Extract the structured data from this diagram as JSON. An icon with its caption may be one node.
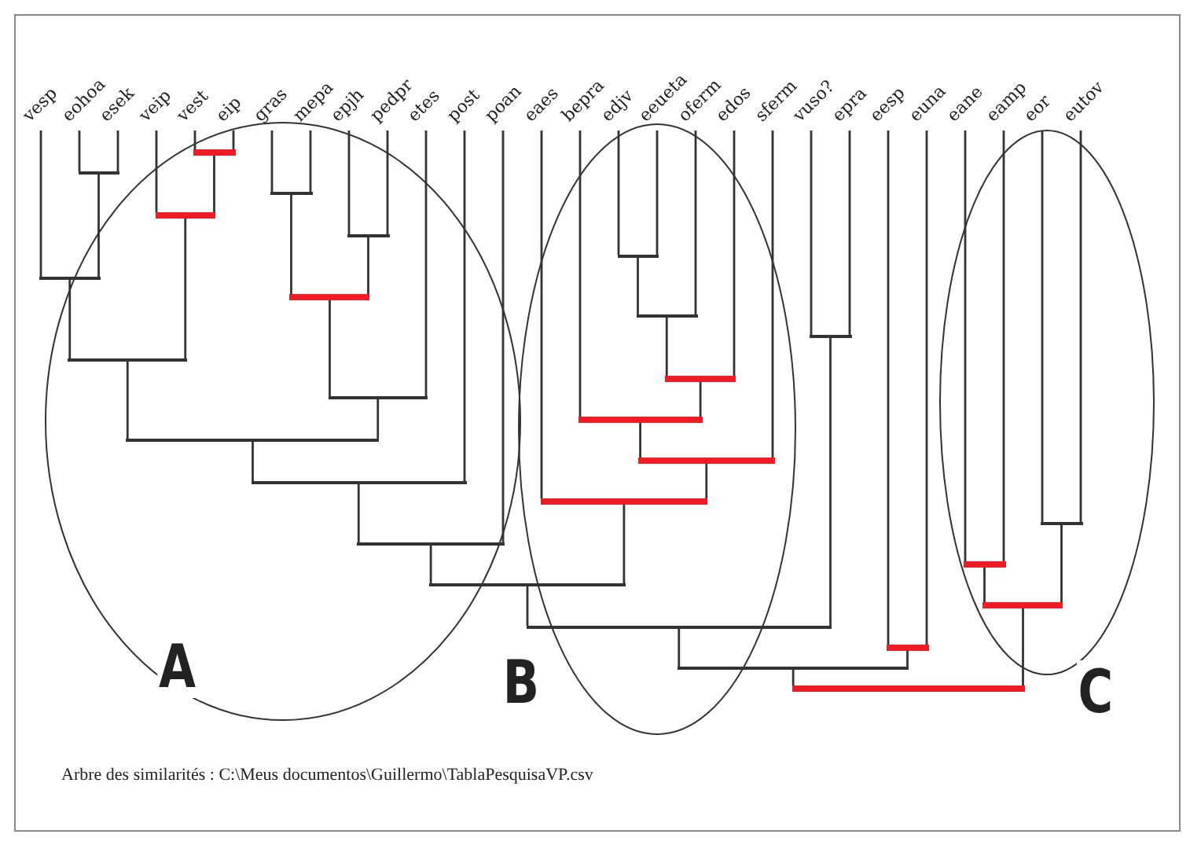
{
  "diagram": {
    "caption": "Arbre des similarités : C:\\Meus documentos\\Guillermo\\TablaPesquisaVP.csv",
    "nodes": [
      {
        "text": [
          "vesp"
        ]
      },
      {
        "text": [
          "eohoa"
        ]
      },
      {
        "text": [
          "esek"
        ]
      },
      {
        "text": [
          "veip"
        ]
      },
      {
        "text": [
          "vest"
        ]
      },
      {
        "text": [
          "eip"
        ]
      },
      {
        "text": [
          "gras"
        ]
      },
      {
        "text": [
          "mepa"
        ]
      },
      {
        "text": [
          "epjh"
        ]
      },
      {
        "text": [
          "pedpr"
        ]
      },
      {
        "text": [
          "etes"
        ]
      },
      {
        "text": [
          "post"
        ]
      },
      {
        "text": [
          "poan"
        ]
      },
      {
        "text": [
          "eaes"
        ]
      },
      {
        "text": [
          "bepra"
        ]
      },
      {
        "text": [
          "edjv"
        ]
      },
      {
        "text": [
          "eeueta"
        ]
      },
      {
        "text": [
          "oferm"
        ]
      },
      {
        "text": [
          "edos"
        ]
      },
      {
        "text": [
          "sferm"
        ]
      },
      {
        "text": [
          "vuso?"
        ]
      },
      {
        "text": [
          "epra"
        ]
      },
      {
        "text": [
          "eesp"
        ]
      },
      {
        "text": [
          "euna"
        ]
      },
      {
        "text": [
          "eane"
        ]
      },
      {
        "text": [
          "eamp"
        ]
      },
      {
        "text": [
          "eor"
        ]
      },
      {
        "text": [
          "eutov"
        ]
      },
      {
        "text": [],
        "shape": "bar"
      },
      {
        "text": [],
        "shape": "bar"
      },
      {
        "text": [],
        "shape": "bar"
      },
      {
        "text": [],
        "shape": "bar"
      },
      {
        "text": [],
        "shape": "bar"
      },
      {
        "text": [],
        "shape": "bar"
      },
      {
        "text": [],
        "shape": "bar"
      },
      {
        "text": [],
        "shape": "bar"
      },
      {
        "text": [],
        "shape": "bar"
      },
      {
        "text": [],
        "shape": "bar"
      },
      {
        "text": [],
        "shape": "bar"
      },
      {
        "text": [],
        "shape": "bar"
      },
      {
        "text": [],
        "shape": "bar"
      },
      {
        "text": [],
        "shape": "bar"
      },
      {
        "text": [],
        "shape": "bar"
      },
      {
        "text": [],
        "shape": "bar"
      },
      {
        "text": [],
        "shape": "bar"
      },
      {
        "text": [],
        "shape": "bar"
      },
      {
        "text": [],
        "shape": "bar"
      },
      {
        "text": [],
        "shape": "bar"
      },
      {
        "text": [],
        "shape": "bar"
      },
      {
        "text": [],
        "shape": "bar"
      },
      {
        "text": [],
        "shape": "bar"
      },
      {
        "text": [],
        "shape": "bar"
      },
      {
        "text": [],
        "shape": "bar"
      },
      {
        "text": [],
        "shape": "bar"
      },
      {
        "text": [],
        "shape": "bar"
      }
    ],
    "labels": [
      "A",
      "B",
      "C"
    ],
    "edges": [
      {
        "from": 1,
        "to": 28,
        "arrow": "none"
      },
      {
        "from": 2,
        "to": 28,
        "arrow": "none"
      },
      {
        "from": 4,
        "to": 29,
        "arrow": "none"
      },
      {
        "from": 5,
        "to": 29,
        "arrow": "none"
      },
      {
        "from": 3,
        "to": 30,
        "arrow": "none"
      },
      {
        "from": 29,
        "to": 30,
        "arrow": "none"
      },
      {
        "from": 0,
        "to": 31,
        "arrow": "none"
      },
      {
        "from": 28,
        "to": 31,
        "arrow": "none"
      },
      {
        "from": 6,
        "to": 32,
        "arrow": "none"
      },
      {
        "from": 7,
        "to": 32,
        "arrow": "none"
      },
      {
        "from": 8,
        "to": 33,
        "arrow": "none"
      },
      {
        "from": 9,
        "to": 33,
        "arrow": "none"
      },
      {
        "from": 32,
        "to": 34,
        "arrow": "none"
      },
      {
        "from": 33,
        "to": 34,
        "arrow": "none"
      },
      {
        "from": 31,
        "to": 35,
        "arrow": "none"
      },
      {
        "from": 30,
        "to": 35,
        "arrow": "none"
      },
      {
        "from": 34,
        "to": 36,
        "arrow": "none"
      },
      {
        "from": 10,
        "to": 36,
        "arrow": "none"
      },
      {
        "from": 35,
        "to": 37,
        "arrow": "none"
      },
      {
        "from": 36,
        "to": 37,
        "arrow": "none"
      },
      {
        "from": 37,
        "to": 38,
        "arrow": "none"
      },
      {
        "from": 11,
        "to": 38,
        "arrow": "none"
      },
      {
        "from": 38,
        "to": 39,
        "arrow": "none"
      },
      {
        "from": 12,
        "to": 39,
        "arrow": "none"
      },
      {
        "from": 15,
        "to": 40,
        "arrow": "none"
      },
      {
        "from": 16,
        "to": 40,
        "arrow": "none"
      },
      {
        "from": 40,
        "to": 41,
        "arrow": "none"
      },
      {
        "from": 17,
        "to": 41,
        "arrow": "none"
      },
      {
        "from": 41,
        "to": 42,
        "arrow": "none"
      },
      {
        "from": 18,
        "to": 42,
        "arrow": "none"
      },
      {
        "from": 14,
        "to": 43,
        "arrow": "none"
      },
      {
        "from": 42,
        "to": 43,
        "arrow": "none"
      },
      {
        "from": 43,
        "to": 44,
        "arrow": "none"
      },
      {
        "from": 19,
        "to": 44,
        "arrow": "none"
      },
      {
        "from": 13,
        "to": 45,
        "arrow": "none"
      },
      {
        "from": 44,
        "to": 45,
        "arrow": "none"
      },
      {
        "from": 39,
        "to": 46,
        "arrow": "none"
      },
      {
        "from": 45,
        "to": 46,
        "arrow": "none"
      },
      {
        "from": 20,
        "to": 47,
        "arrow": "none"
      },
      {
        "from": 21,
        "to": 47,
        "arrow": "none"
      },
      {
        "from": 46,
        "to": 48,
        "arrow": "none"
      },
      {
        "from": 47,
        "to": 48,
        "arrow": "none"
      },
      {
        "from": 22,
        "to": 49,
        "arrow": "none"
      },
      {
        "from": 23,
        "to": 49,
        "arrow": "none"
      },
      {
        "from": 48,
        "to": 50,
        "arrow": "none"
      },
      {
        "from": 49,
        "to": 50,
        "arrow": "none"
      },
      {
        "from": 24,
        "to": 51,
        "arrow": "none"
      },
      {
        "from": 25,
        "to": 51,
        "arrow": "none"
      },
      {
        "from": 26,
        "to": 52,
        "arrow": "none"
      },
      {
        "from": 27,
        "to": 52,
        "arrow": "none"
      },
      {
        "from": 51,
        "to": 53,
        "arrow": "none"
      },
      {
        "from": 52,
        "to": 53,
        "arrow": "none"
      },
      {
        "from": 50,
        "to": 54,
        "arrow": "none"
      },
      {
        "from": 53,
        "to": 54,
        "arrow": "none"
      }
    ]
  }
}
